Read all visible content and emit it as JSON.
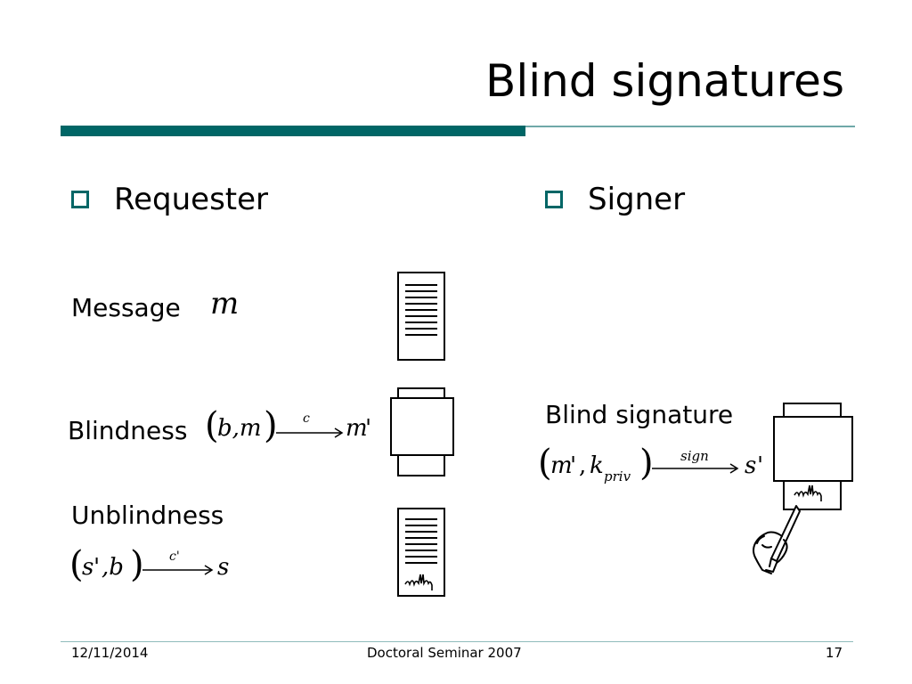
{
  "slide": {
    "title": "Blind signatures",
    "left_heading": "Requester",
    "right_heading": "Signer"
  },
  "requester": {
    "message_label": "Message",
    "message_var": "m",
    "blindness_label": "Blindness",
    "blind_open": "(",
    "blind_args": "b,m",
    "blind_close": ")",
    "blind_arrow_label": "c",
    "blind_result": "m",
    "blind_result_prime": "'",
    "unblindness_label": "Unblindness",
    "unblind_open": "(",
    "unblind_s": "s",
    "unblind_prime": "'",
    "unblind_rest": ",b",
    "unblind_close": ")",
    "unblind_arrow_label": "c'",
    "unblind_result": "s"
  },
  "signer": {
    "blind_signature_label": "Blind signature",
    "sig_open": "(",
    "sig_m": "m",
    "sig_prime": "'",
    "sig_comma": ",",
    "sig_k": "k",
    "sig_k_sub": "priv",
    "sig_close": ")",
    "sig_arrow_label": "sign",
    "sig_result": "s",
    "sig_result_prime": "'"
  },
  "footer": {
    "date": "12/11/2014",
    "center": "Doctoral Seminar 2007",
    "page": "17"
  },
  "colors": {
    "accent": "#006666",
    "accent_light": "#6fa8a8"
  },
  "icons": [
    "document-icon",
    "envelope-icon",
    "signed-document-icon",
    "signing-hand-icon"
  ]
}
